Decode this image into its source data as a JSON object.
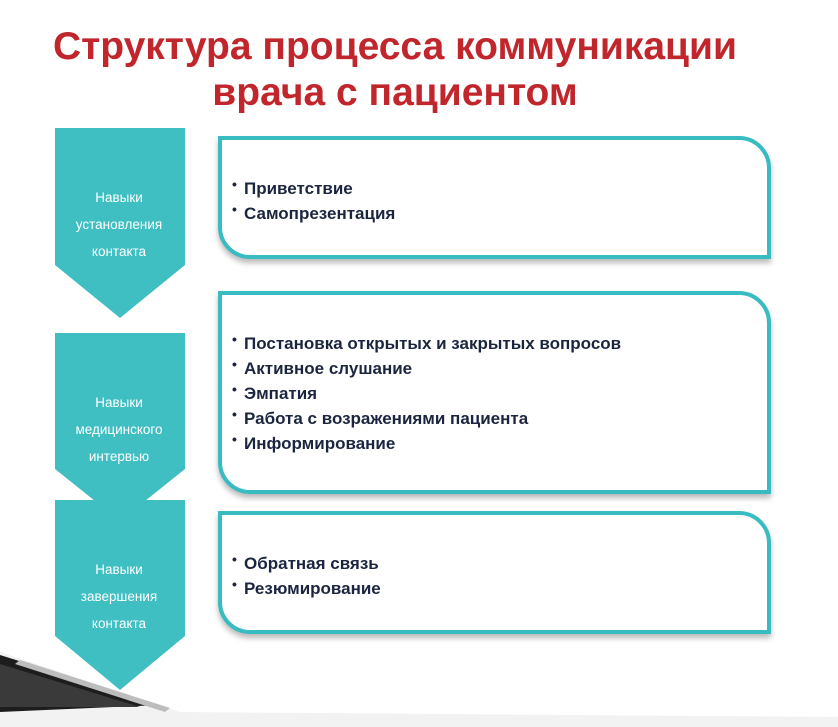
{
  "title": {
    "line1": "Структура процесса коммуникации",
    "line2": "врача с пациентом"
  },
  "steps": [
    {
      "label": [
        "Навыки",
        "установления",
        "контакта"
      ],
      "items": [
        "Приветствие",
        "Самопрезентация"
      ]
    },
    {
      "label": [
        "Навыки",
        "медицинского",
        "интервью"
      ],
      "items": [
        "Постановка открытых и закрытых вопросов",
        "Активное слушание",
        "Эмпатия",
        "Работа с возражениями пациента",
        "Информирование"
      ]
    },
    {
      "label": [
        "Навыки",
        "завершения",
        "контакта"
      ],
      "items": [
        "Обратная связь",
        "Резюмирование"
      ]
    }
  ],
  "colors": {
    "title": "#c0262c",
    "chevron": "#3fbfc2",
    "border": "#38bcc1",
    "text": "#1c2540"
  }
}
